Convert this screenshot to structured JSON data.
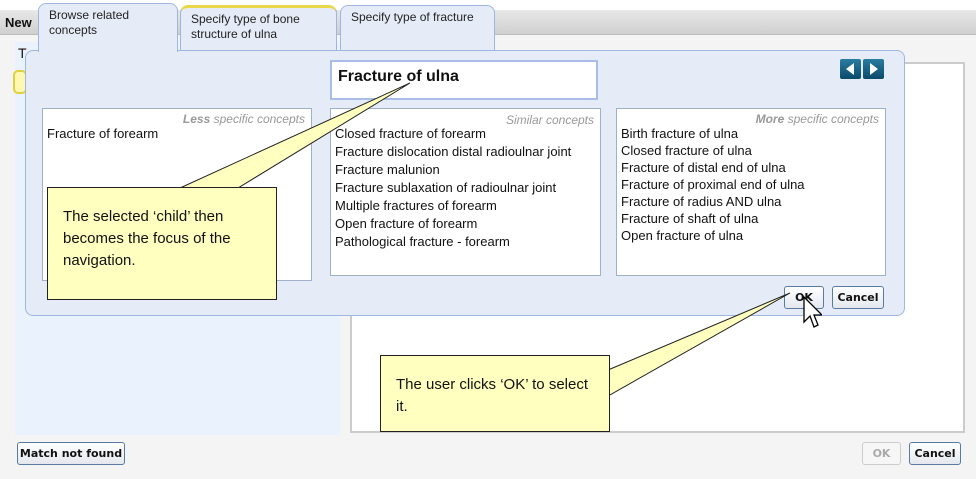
{
  "window": {
    "title": "New",
    "field_label_partial": "T"
  },
  "tabs": [
    {
      "label": "Browse related concepts",
      "active": true
    },
    {
      "label": "Specify type of bone structure of ulna",
      "active": false
    },
    {
      "label": "Specify type of fracture",
      "active": false
    }
  ],
  "focus_concept": "Fracture of ulna",
  "lists": {
    "less": {
      "header_em": "Less",
      "header_rest": " specific concepts",
      "items": [
        "Fracture of forearm"
      ]
    },
    "similar": {
      "header": "Similar concepts",
      "items": [
        "Closed fracture of forearm",
        "Fracture dislocation distal radioulnar joint",
        "Fracture malunion",
        "Fracture sublaxation of radioulnar joint",
        "Multiple fractures of forearm",
        "Open fracture of forearm",
        "Pathological fracture - forearm"
      ]
    },
    "more": {
      "header_em": "More",
      "header_rest": " specific concepts",
      "items": [
        "Birth fracture of ulna",
        "Closed fracture of ulna",
        "Fracture of distal end of ulna",
        "Fracture of proximal end of ulna",
        "Fracture of radius AND ulna",
        "Fracture of shaft of ulna",
        "Open fracture of ulna"
      ]
    }
  },
  "dialog_buttons": {
    "ok": "OK",
    "cancel": "Cancel"
  },
  "footer_buttons": {
    "match_not_found": "Match not found",
    "ok": "OK",
    "cancel": "Cancel"
  },
  "callouts": {
    "first": "The selected ‘child’ then becomes the focus of the navigation.",
    "second": "The user clicks ‘OK’ to select it."
  },
  "colors": {
    "dialog_bg": "#e6ecf7",
    "callout_bg": "#ffffc0",
    "nav_button": "#1a6080"
  }
}
